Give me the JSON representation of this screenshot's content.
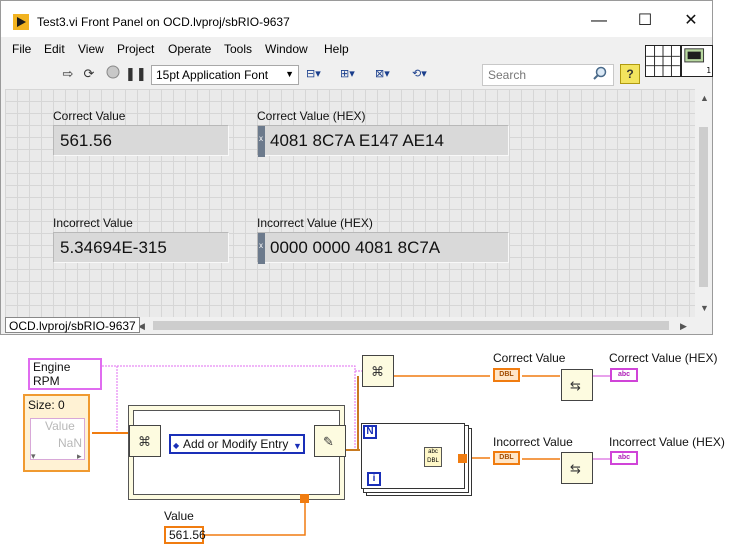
{
  "window": {
    "title": "Test3.vi Front Panel on OCD.lvproj/sbRIO-9637",
    "controls": {
      "minimize": "—",
      "maximize": "☐",
      "close": "✕"
    }
  },
  "menu": [
    "File",
    "Edit",
    "View",
    "Project",
    "Operate",
    "Tools",
    "Window",
    "Help"
  ],
  "toolbar": {
    "font": "15pt Application Font",
    "search_placeholder": "Search",
    "help": "?"
  },
  "front_panel": {
    "correct_value_label": "Correct Value",
    "correct_value": "561.56",
    "correct_hex_label": "Correct Value (HEX)",
    "correct_hex": "4081 8C7A E147 AE14",
    "incorrect_value_label": "Incorrect Value",
    "incorrect_value": "5.34694E-315",
    "incorrect_hex_label": "Incorrect Value (HEX)",
    "incorrect_hex": "0000 0000 4081 8C7A"
  },
  "status": {
    "context": "OCD.lvproj/sbRIO-9637"
  },
  "block_diagram": {
    "engine_rpm": "Engine RPM",
    "array_size": "Size: 0",
    "array_value": "Value",
    "array_nan": "NaN",
    "enum": "Add or Modify Entry",
    "value_label": "Value",
    "value_const": "561.56",
    "correct_value": "Correct Value",
    "correct_hex": "Correct Value (HEX)",
    "incorrect_value": "Incorrect Value",
    "incorrect_hex": "Incorrect Value (HEX)",
    "dbl_tag": "DBL",
    "abc_tag": "abc",
    "loop_n": "N",
    "loop_i": "i"
  }
}
